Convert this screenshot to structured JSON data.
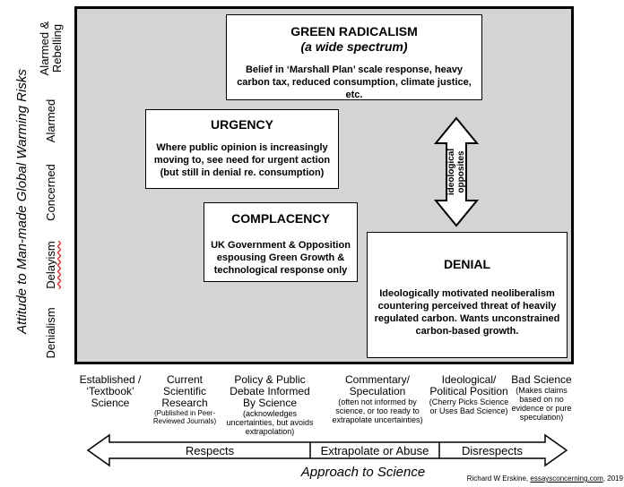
{
  "y_axis": {
    "title": "Attitude to Man-made Global Warming Risks",
    "categories": [
      "Denialism",
      "Delayism",
      "Concerned",
      "Alarmed",
      "Alarmed & Rebelling"
    ]
  },
  "x_axis": {
    "title": "Approach to Science",
    "categories": [
      {
        "main": "Established / ‘Textbook’ Science",
        "detail": ""
      },
      {
        "main": "Current Scientific Research",
        "detail": "(Published in Peer-Reviewed Journals)"
      },
      {
        "main": "Policy & Public Debate Informed By Science",
        "detail": "(acknowledges uncertainties, but avoids extrapolation)"
      },
      {
        "main": "Commentary/ Speculation",
        "detail": "(often not informed by science, or too ready to extrapolate uncertainties)"
      },
      {
        "main": "Ideological/ Political Position",
        "detail": "(Cherry Picks Science or Uses Bad Science)"
      },
      {
        "main": "Bad Science",
        "detail": "(Makes claims based on no evidence or pure speculation)"
      }
    ]
  },
  "bottom_arrow": {
    "left": "Respects",
    "middle": "Extrapolate or Abuse",
    "right": "Disrespects"
  },
  "boxes": {
    "green": {
      "title": "GREEN RADICALISM",
      "subtitle": "(a wide spectrum)",
      "body": "Belief in ‘Marshall Plan’ scale response, heavy carbon tax, reduced consumption, climate justice, etc."
    },
    "urgency": {
      "title": "URGENCY",
      "body": "Where public opinion is increasingly moving to, see need for urgent action (but still in denial re. consumption)"
    },
    "complacency": {
      "title": "COMPLACENCY",
      "body": "UK Government & Opposition espousing Green Growth & technological response only"
    },
    "denial": {
      "title": "DENIAL",
      "body": "Ideologically motivated neoliberalism countering perceived threat of heavily regulated carbon. Wants unconstrained carbon-based growth."
    }
  },
  "opposites_arrow": {
    "line1": "ideological",
    "line2": "opposites"
  },
  "credit": {
    "text": "Richard W Erskine, ",
    "link": "essaysconcerning.com",
    "year": ", 2019"
  }
}
